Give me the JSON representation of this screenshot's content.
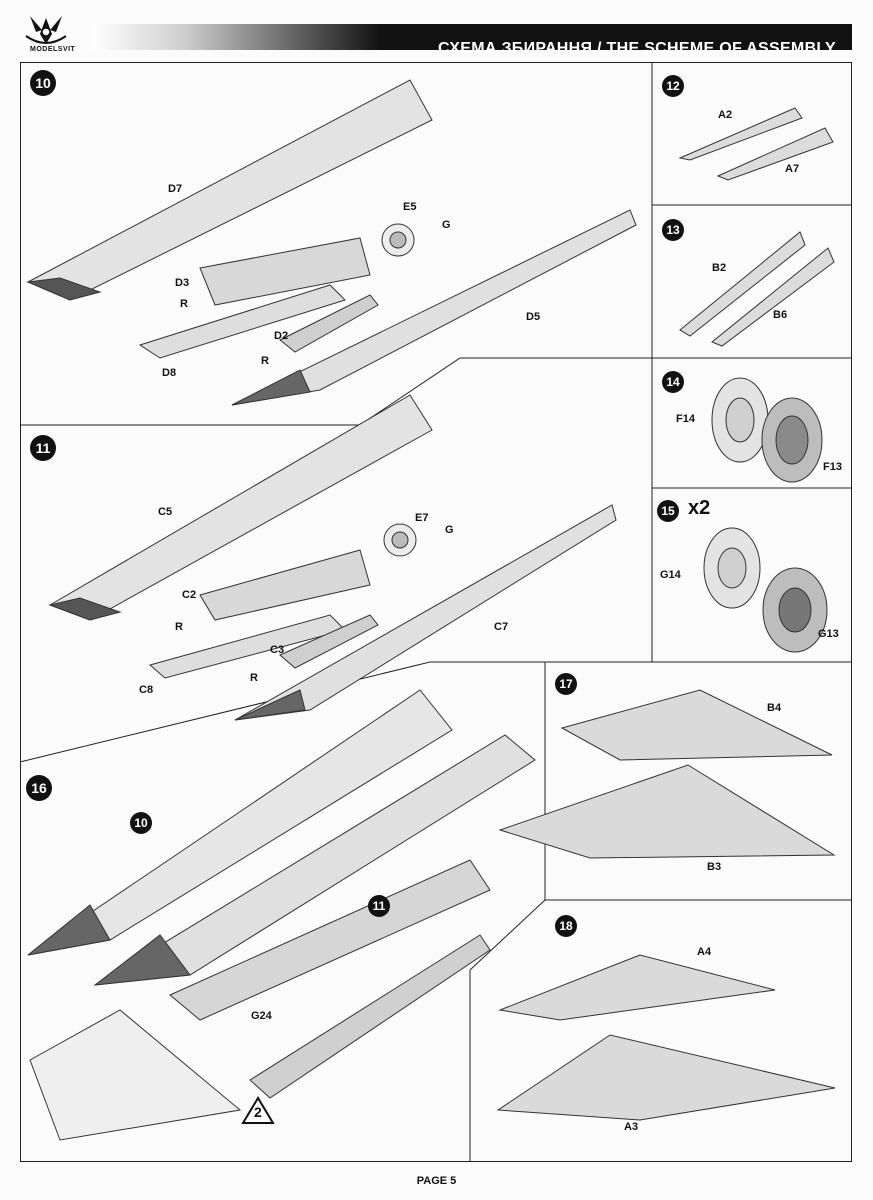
{
  "header": {
    "brand": "MODELSVIT",
    "title": "СХЕМА ЗБИРАННЯ / THE SCHEME OF ASSEMBLY"
  },
  "steps": {
    "s10": {
      "number": "10",
      "labels": [
        "D7",
        "E5",
        "G",
        "D3",
        "R",
        "D2",
        "R",
        "D8",
        "D5"
      ]
    },
    "s11": {
      "number": "11",
      "labels": [
        "C5",
        "E7",
        "G",
        "C2",
        "R",
        "C3",
        "R",
        "C8",
        "C7"
      ]
    },
    "s12": {
      "number": "12",
      "labels": [
        "A2",
        "A7"
      ]
    },
    "s13": {
      "number": "13",
      "labels": [
        "B2",
        "B6"
      ]
    },
    "s14": {
      "number": "14",
      "labels": [
        "F14",
        "F13"
      ]
    },
    "s15": {
      "number": "15",
      "multiplier": "x2",
      "labels": [
        "G14",
        "G13"
      ]
    },
    "s16": {
      "number": "16",
      "sub_ref_a": "10",
      "sub_ref_b": "11",
      "part": "G24",
      "triangle_ref": "2"
    },
    "s17": {
      "number": "17",
      "labels": [
        "B4",
        "B3"
      ]
    },
    "s18": {
      "number": "18",
      "labels": [
        "A4",
        "A3"
      ]
    }
  },
  "footer": {
    "page": "PAGE 5"
  },
  "colors": {
    "ink": "#111111",
    "part_fill": "#d9d9d9",
    "part_dark": "#8a8a8a"
  }
}
